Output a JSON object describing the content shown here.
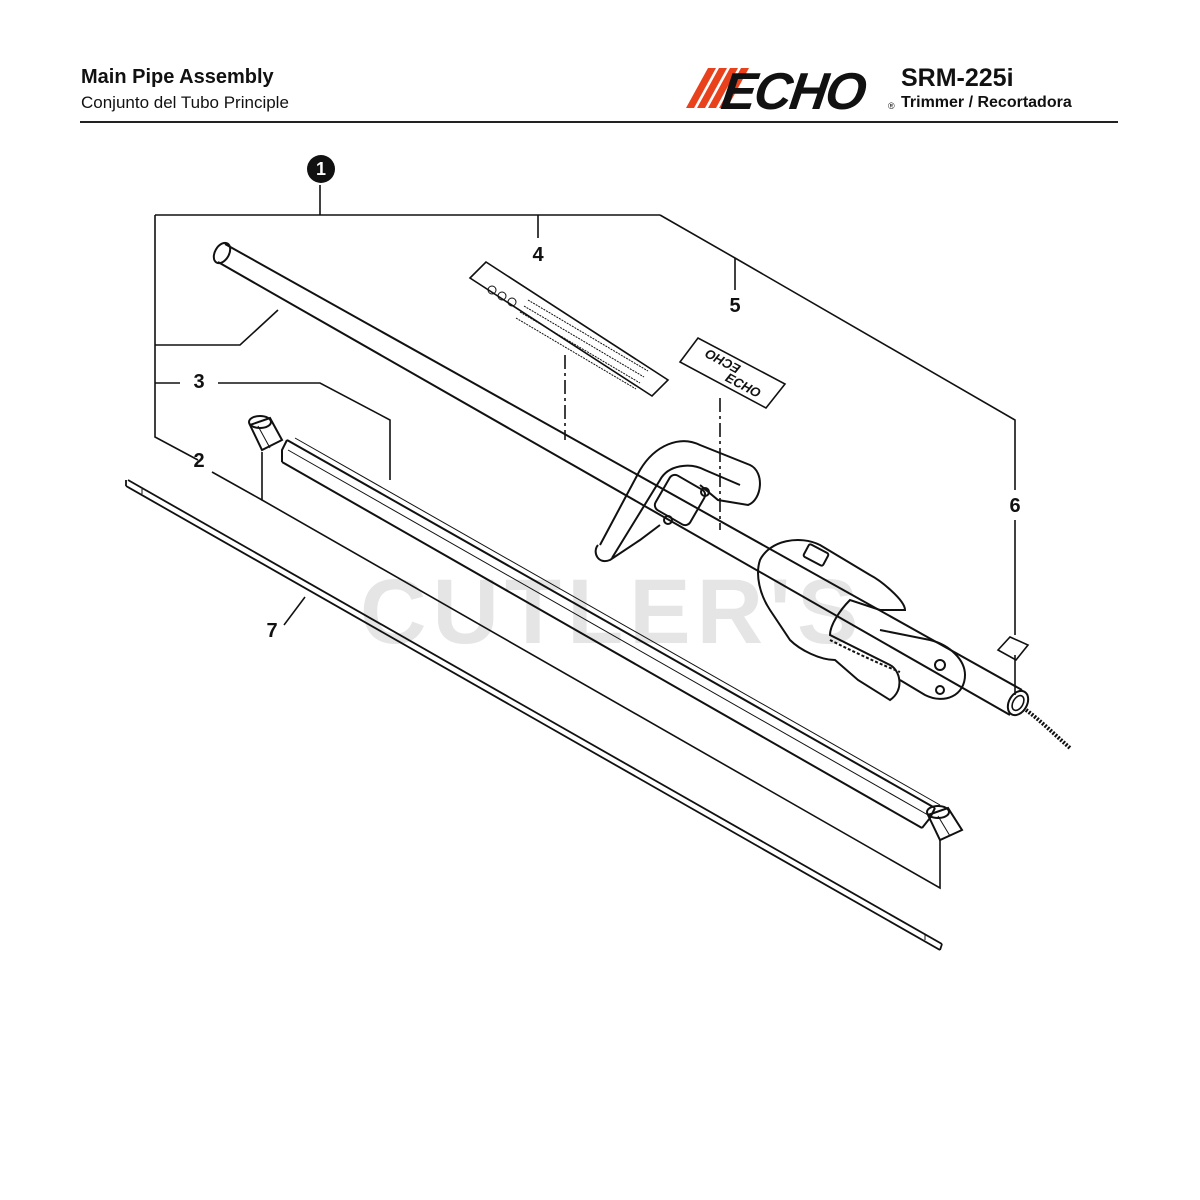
{
  "header": {
    "title": "Main Pipe Assembly",
    "subtitle": "Conjunto del Tubo Principle",
    "brand": "ECHO",
    "brand_mark": "®",
    "model": "SRM-225i",
    "model_desc": "Trimmer / Recortadora"
  },
  "watermark": "CUTLER'S",
  "callouts": {
    "c1": "1",
    "c2": "2",
    "c3": "3",
    "c4": "4",
    "c5": "5",
    "c6": "6",
    "c7": "7"
  },
  "label5": {
    "line1": "ECHO",
    "line2": "ECHO"
  },
  "colors": {
    "logo_stripes": "#e8411c",
    "ink": "#111111"
  }
}
